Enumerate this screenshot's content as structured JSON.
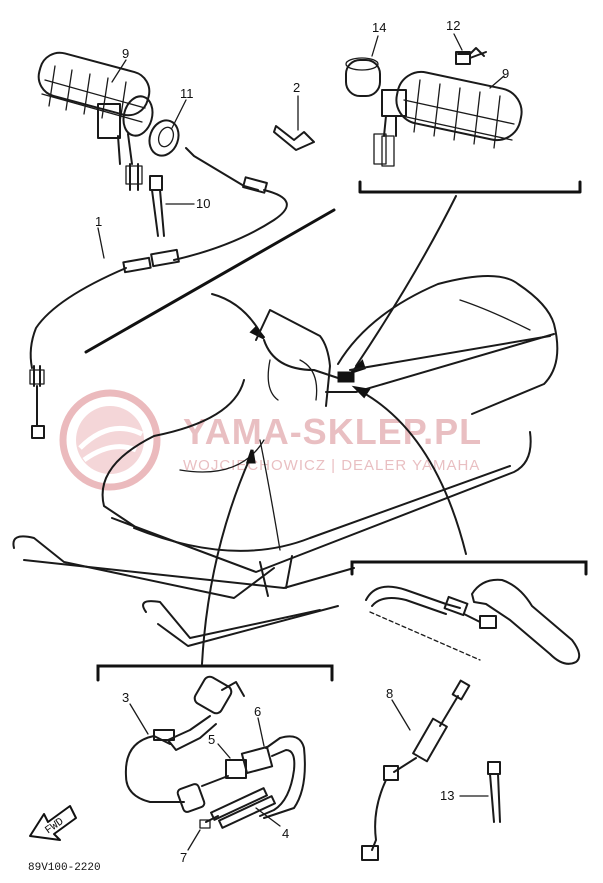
{
  "diagram": {
    "part_code": "89V100-2220",
    "fwd_label": "FWD",
    "callouts": [
      "1",
      "2",
      "3",
      "4",
      "5",
      "6",
      "7",
      "8",
      "9",
      "9",
      "10",
      "11",
      "12",
      "13",
      "14"
    ]
  },
  "watermark": {
    "brand": "YAMA-SKLEP.PL",
    "tagline": "WOJCIECHOWICZ | DEALER YAMAHA"
  }
}
